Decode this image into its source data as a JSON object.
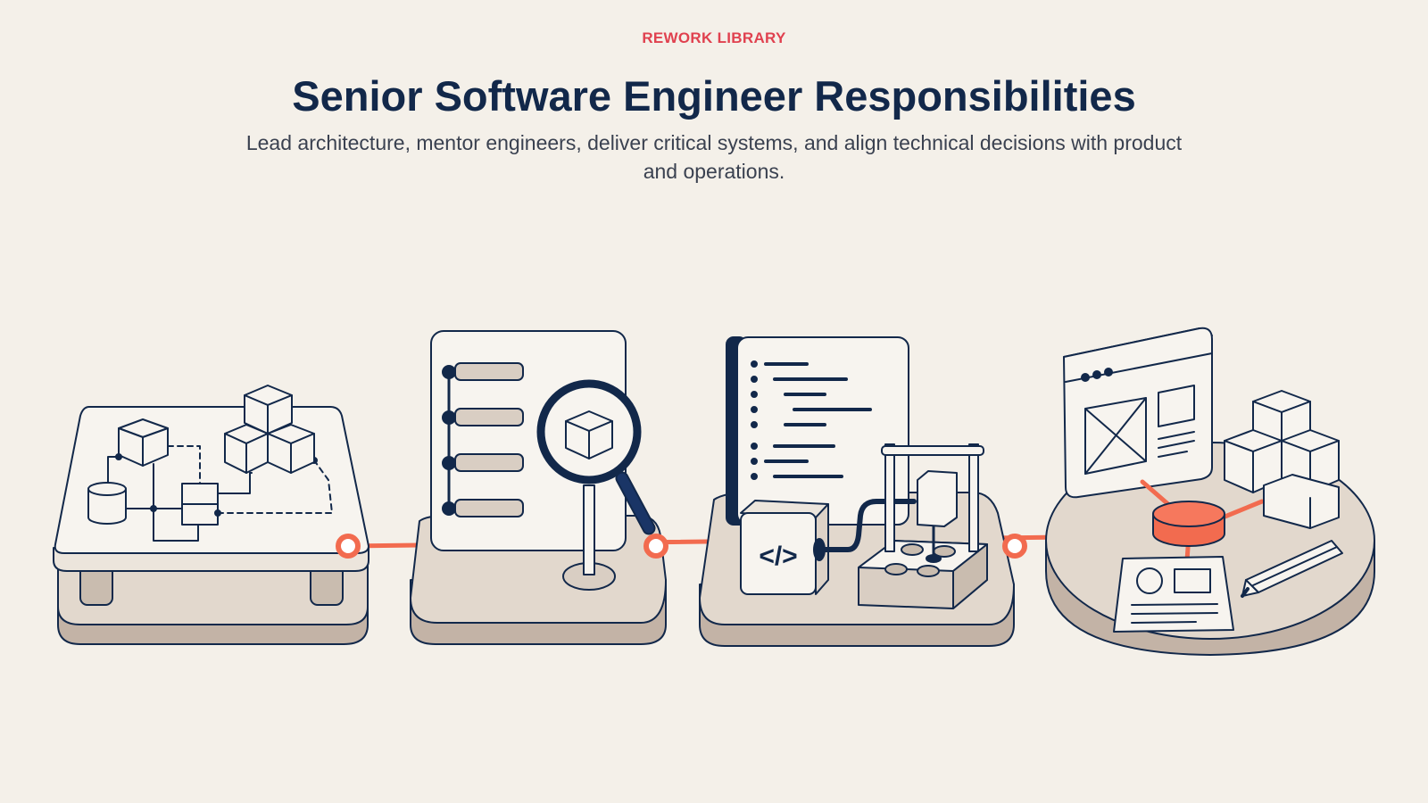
{
  "header": {
    "eyebrow": "REWORK LIBRARY",
    "title": "Senior Software Engineer Responsibilities",
    "subtitle": "Lead architecture, mentor engineers, deliver critical systems, and align technical decisions with product and operations."
  },
  "illustration": {
    "stages": [
      "architecture-diagram-platform",
      "review-checklist-platform",
      "code-delivery-platform",
      "product-operations-platform"
    ],
    "code_symbol": "</>"
  },
  "colors": {
    "background": "#f4f0e9",
    "navy": "#12284a",
    "accent": "#f26b4f",
    "eyebrow": "#e0414f",
    "platform": "#e2d8cd",
    "platform_side": "#c3b3a6",
    "surface": "#f7f4ef"
  }
}
